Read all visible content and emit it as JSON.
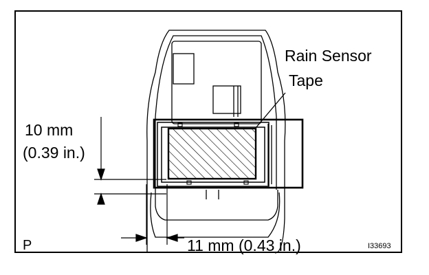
{
  "labels": {
    "component_line1": "Rain Sensor",
    "component_line2": "Tape",
    "vertical_dim_mm": "10 mm",
    "vertical_dim_in": "(0.39 in.)",
    "horizontal_dim": "11 mm (0.43 in.)",
    "view_marker": "P",
    "figure_id": "I33693"
  }
}
